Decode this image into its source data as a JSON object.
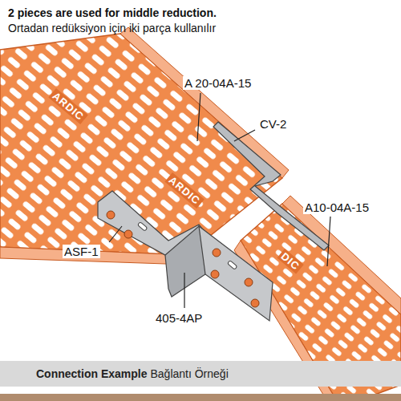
{
  "diagram": {
    "title": "2 pieces are used for middle reduction.",
    "caption": "Connection Example",
    "labels": [
      "Ortadan redüksiyon için iki parça kullanılır",
      "A 20-04A-15",
      "CV-2",
      "A10-04A-15",
      "ASF-1",
      "405-4AP",
      "ARDIC",
      "ARDIC",
      "DIC",
      "Bağlantı Örneği"
    ]
  }
}
